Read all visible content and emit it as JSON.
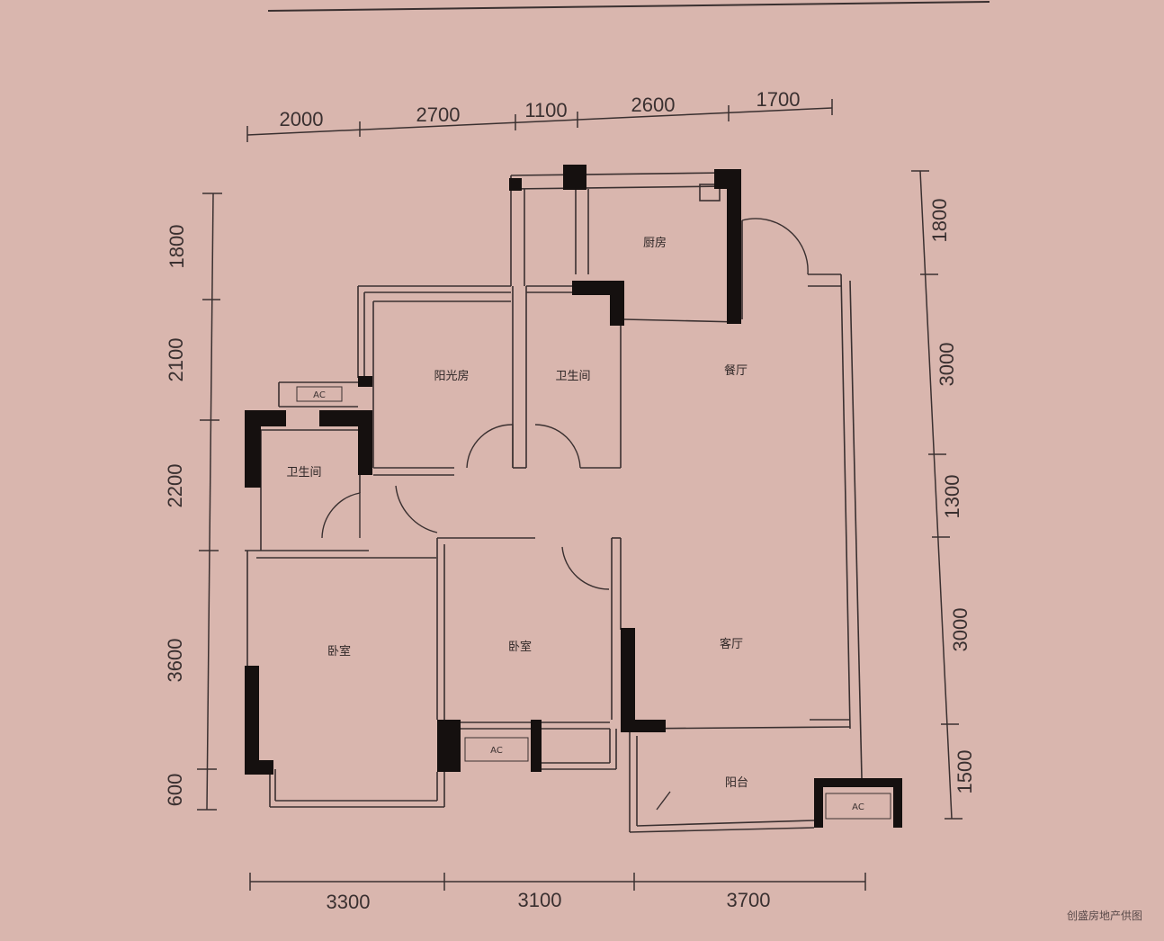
{
  "dimensions": {
    "top": [
      "2000",
      "2700",
      "1100",
      "2600",
      "1700"
    ],
    "bottom": [
      "3300",
      "3100",
      "3700"
    ],
    "left": [
      "1800",
      "2100",
      "2200",
      "3600",
      "600"
    ],
    "right": [
      "1800",
      "3000",
      "1300",
      "3000",
      "1500"
    ]
  },
  "rooms": {
    "kitchen": "厨房",
    "sunroom": "阳光房",
    "bathroom_main": "卫生间",
    "bathroom_side": "卫生间",
    "dining": "餐厅",
    "bedroom_left": "卧室",
    "bedroom_middle": "卧室",
    "living": "客厅",
    "balcony": "阳台"
  },
  "ac_units": [
    "AC",
    "AC",
    "AC"
  ],
  "credit": "创盛房地产供图",
  "colors": {
    "background": "#d9b6ae",
    "wall_solid": "#15100f",
    "wall_line": "#3a3030"
  }
}
